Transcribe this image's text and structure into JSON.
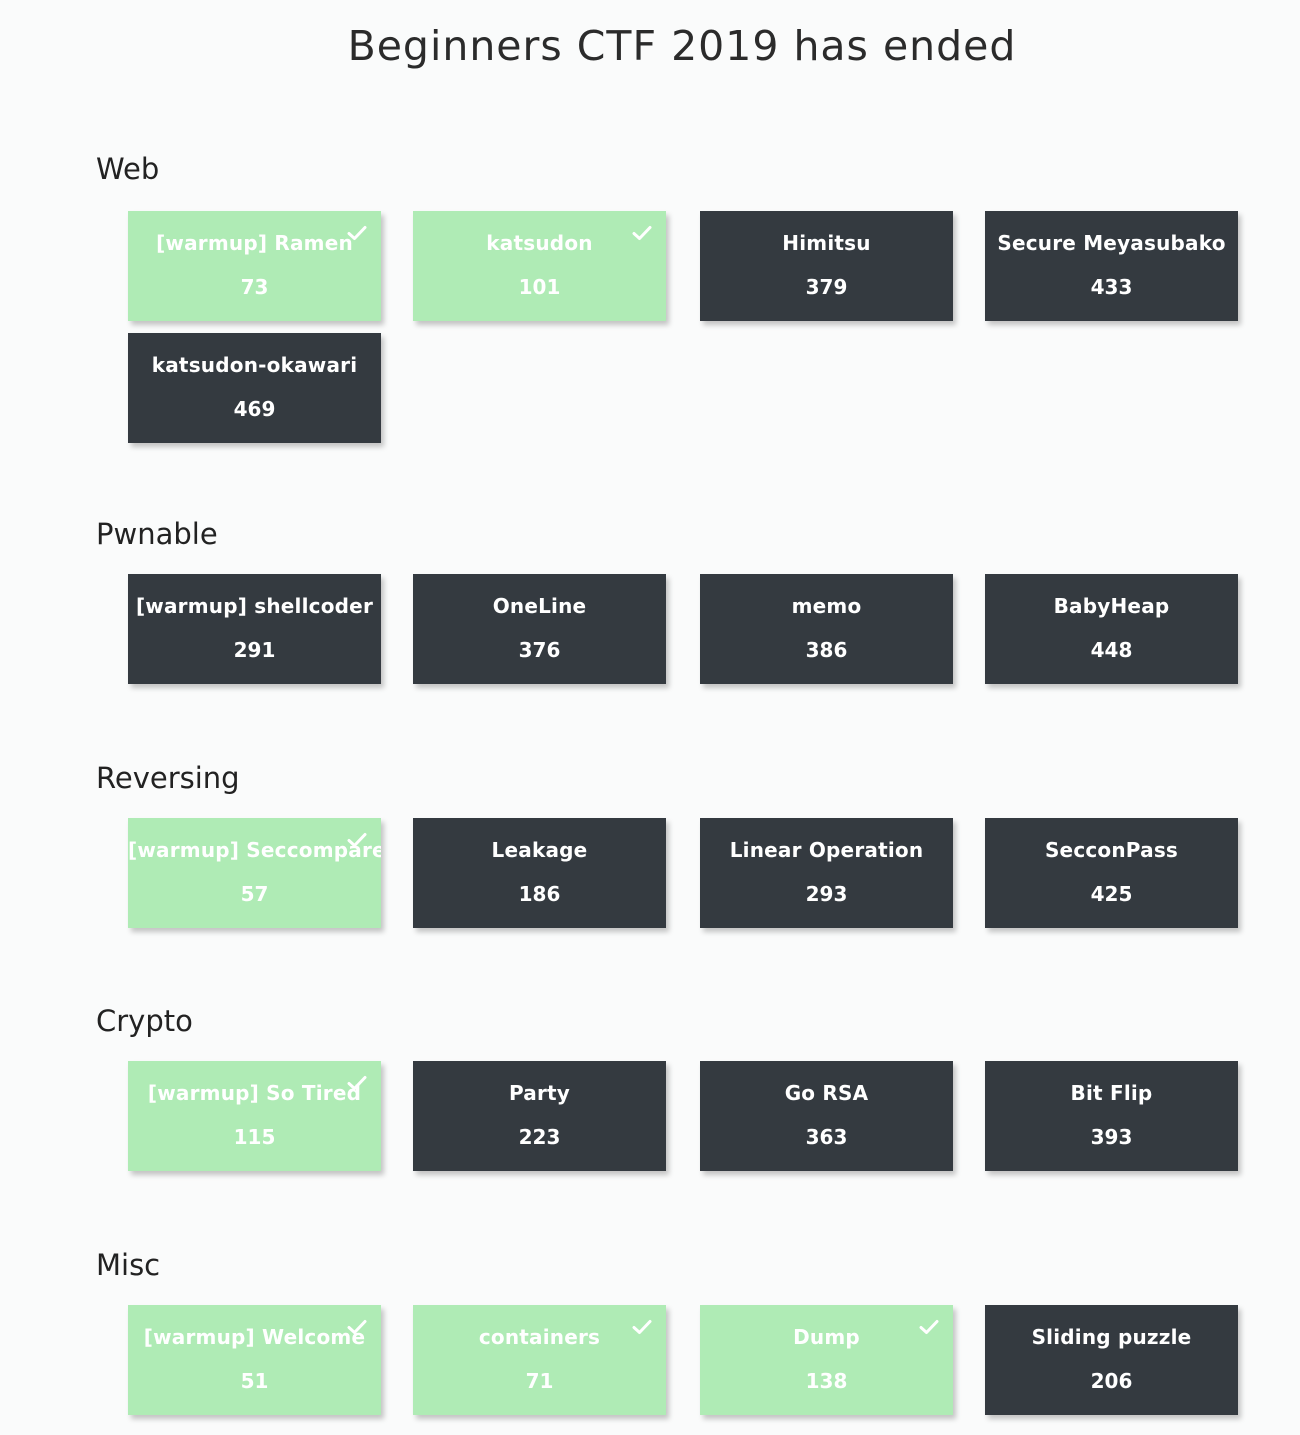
{
  "page": {
    "title": "Beginners CTF 2019 has ended"
  },
  "colors": {
    "solved": "#afebb5",
    "unsolved": "#343a40",
    "text": "#ffffff"
  },
  "categories": [
    {
      "name": "Web",
      "challenges": [
        {
          "name": "[warmup] Ramen",
          "points": "73",
          "solved": true
        },
        {
          "name": "katsudon",
          "points": "101",
          "solved": true
        },
        {
          "name": "Himitsu",
          "points": "379",
          "solved": false
        },
        {
          "name": "Secure Meyasubako",
          "points": "433",
          "solved": false
        },
        {
          "name": "katsudon-okawari",
          "points": "469",
          "solved": false
        }
      ]
    },
    {
      "name": "Pwnable",
      "challenges": [
        {
          "name": "[warmup] shellcoder",
          "points": "291",
          "solved": false
        },
        {
          "name": "OneLine",
          "points": "376",
          "solved": false
        },
        {
          "name": "memo",
          "points": "386",
          "solved": false
        },
        {
          "name": "BabyHeap",
          "points": "448",
          "solved": false
        }
      ]
    },
    {
      "name": "Reversing",
      "challenges": [
        {
          "name": "[warmup] Seccompare",
          "points": "57",
          "solved": true
        },
        {
          "name": "Leakage",
          "points": "186",
          "solved": false
        },
        {
          "name": "Linear Operation",
          "points": "293",
          "solved": false
        },
        {
          "name": "SecconPass",
          "points": "425",
          "solved": false
        }
      ]
    },
    {
      "name": "Crypto",
      "challenges": [
        {
          "name": "[warmup] So Tired",
          "points": "115",
          "solved": true
        },
        {
          "name": "Party",
          "points": "223",
          "solved": false
        },
        {
          "name": "Go RSA",
          "points": "363",
          "solved": false
        },
        {
          "name": "Bit Flip",
          "points": "393",
          "solved": false
        }
      ]
    },
    {
      "name": "Misc",
      "challenges": [
        {
          "name": "[warmup] Welcome",
          "points": "51",
          "solved": true
        },
        {
          "name": "containers",
          "points": "71",
          "solved": true
        },
        {
          "name": "Dump",
          "points": "138",
          "solved": true
        },
        {
          "name": "Sliding puzzle",
          "points": "206",
          "solved": false
        }
      ]
    }
  ]
}
